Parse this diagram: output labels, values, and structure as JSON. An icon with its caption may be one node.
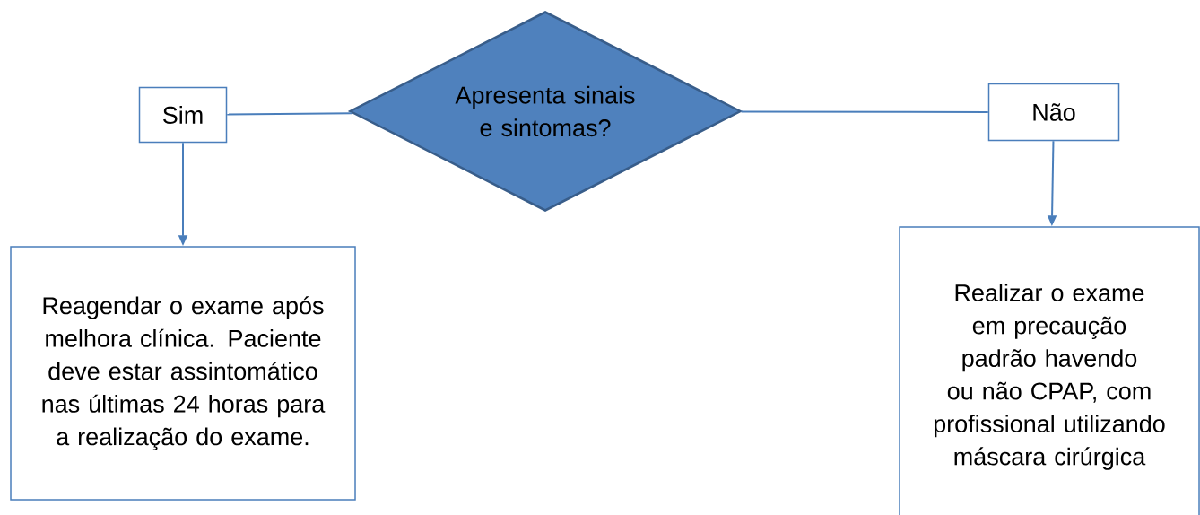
{
  "diagram": {
    "nodes": [
      {
        "text": [
          "Apresenta sinais e sintomas?"
        ]
      },
      {
        "text": [
          "Sim"
        ]
      },
      {
        "text": [
          "Não"
        ]
      },
      {
        "text": [
          "Reagendar o exame após melhora clínica. Paciente deve estar assintomático nas últimas 24 horas para a realização do exame."
        ]
      },
      {
        "text": [
          "Realizar o exame em precaução padrão havendo ou não CPAP, com profissional utilizando máscara cirúrgica"
        ]
      }
    ],
    "edges": [
      {
        "from": 0,
        "to": 1,
        "arrow": "none"
      },
      {
        "from": 0,
        "to": 2,
        "arrow": "none"
      },
      {
        "from": 1,
        "to": 3,
        "arrow": "to"
      },
      {
        "from": 2,
        "to": 4,
        "arrow": "to"
      }
    ]
  }
}
